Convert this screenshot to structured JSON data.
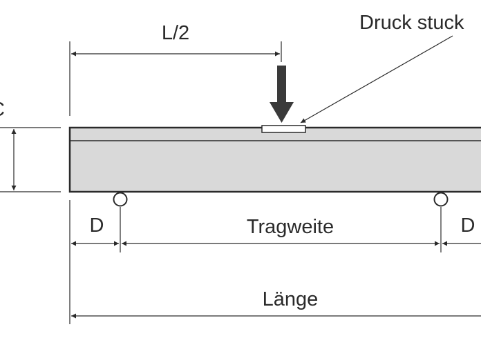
{
  "labels": {
    "half_span": "L/2",
    "loading_piece": "Druck stuck",
    "edge_distance_left": "D",
    "edge_distance_right": "D",
    "span": "Tragweite",
    "length": "Länge",
    "height_partial": "C"
  },
  "colors": {
    "beam_fill": "#d9d9d9",
    "line": "#2a2a2a",
    "arrow": "#3a3a3a",
    "background": "#ffffff"
  },
  "icons": {
    "load_arrow": "down-arrow-icon",
    "support": "roller-support-icon"
  }
}
